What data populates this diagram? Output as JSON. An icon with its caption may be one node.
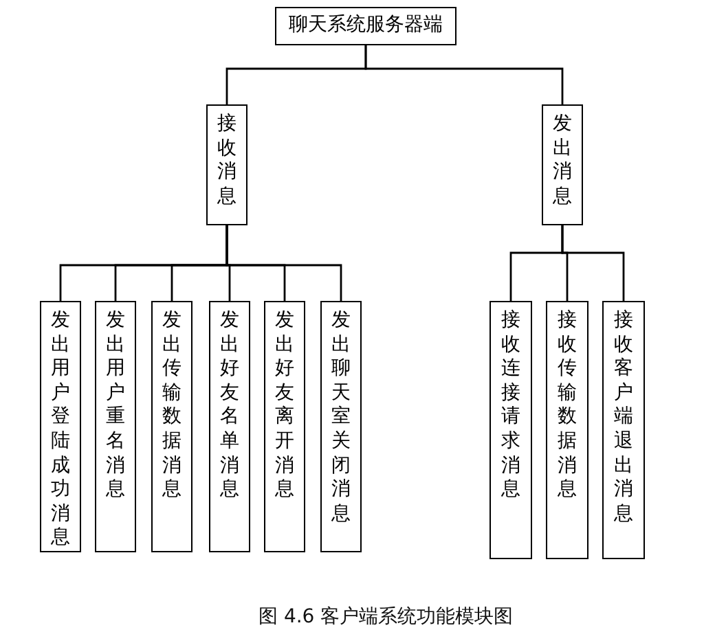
{
  "diagram": {
    "caption": "图 4.6 客户端系统功能模块图",
    "nodes": [
      {
        "text": [
          "聊天系统服务器端"
        ]
      },
      {
        "text": [
          "接收消息"
        ]
      },
      {
        "text": [
          "发出消息"
        ]
      },
      {
        "text": [
          "发出用户登陆成功消息"
        ]
      },
      {
        "text": [
          "发出用户重名消息"
        ]
      },
      {
        "text": [
          "发出传输数据消息"
        ]
      },
      {
        "text": [
          "发出好友名单消息"
        ]
      },
      {
        "text": [
          "发出好友离开消息"
        ]
      },
      {
        "text": [
          "发出聊天室关闭消息"
        ]
      },
      {
        "text": [
          "接收连接请求消息"
        ]
      },
      {
        "text": [
          "接收传输数据消息"
        ]
      },
      {
        "text": [
          "接收客户端退出消息"
        ]
      }
    ],
    "edges": [
      {
        "from": 0,
        "to": 1,
        "arrow": "none"
      },
      {
        "from": 0,
        "to": 2,
        "arrow": "none"
      },
      {
        "from": 1,
        "to": 3,
        "arrow": "none"
      },
      {
        "from": 1,
        "to": 4,
        "arrow": "none"
      },
      {
        "from": 1,
        "to": 5,
        "arrow": "none"
      },
      {
        "from": 1,
        "to": 6,
        "arrow": "none"
      },
      {
        "from": 1,
        "to": 7,
        "arrow": "none"
      },
      {
        "from": 1,
        "to": 8,
        "arrow": "none"
      },
      {
        "from": 2,
        "to": 9,
        "arrow": "none"
      },
      {
        "from": 2,
        "to": 10,
        "arrow": "none"
      },
      {
        "from": 2,
        "to": 11,
        "arrow": "none"
      }
    ]
  }
}
